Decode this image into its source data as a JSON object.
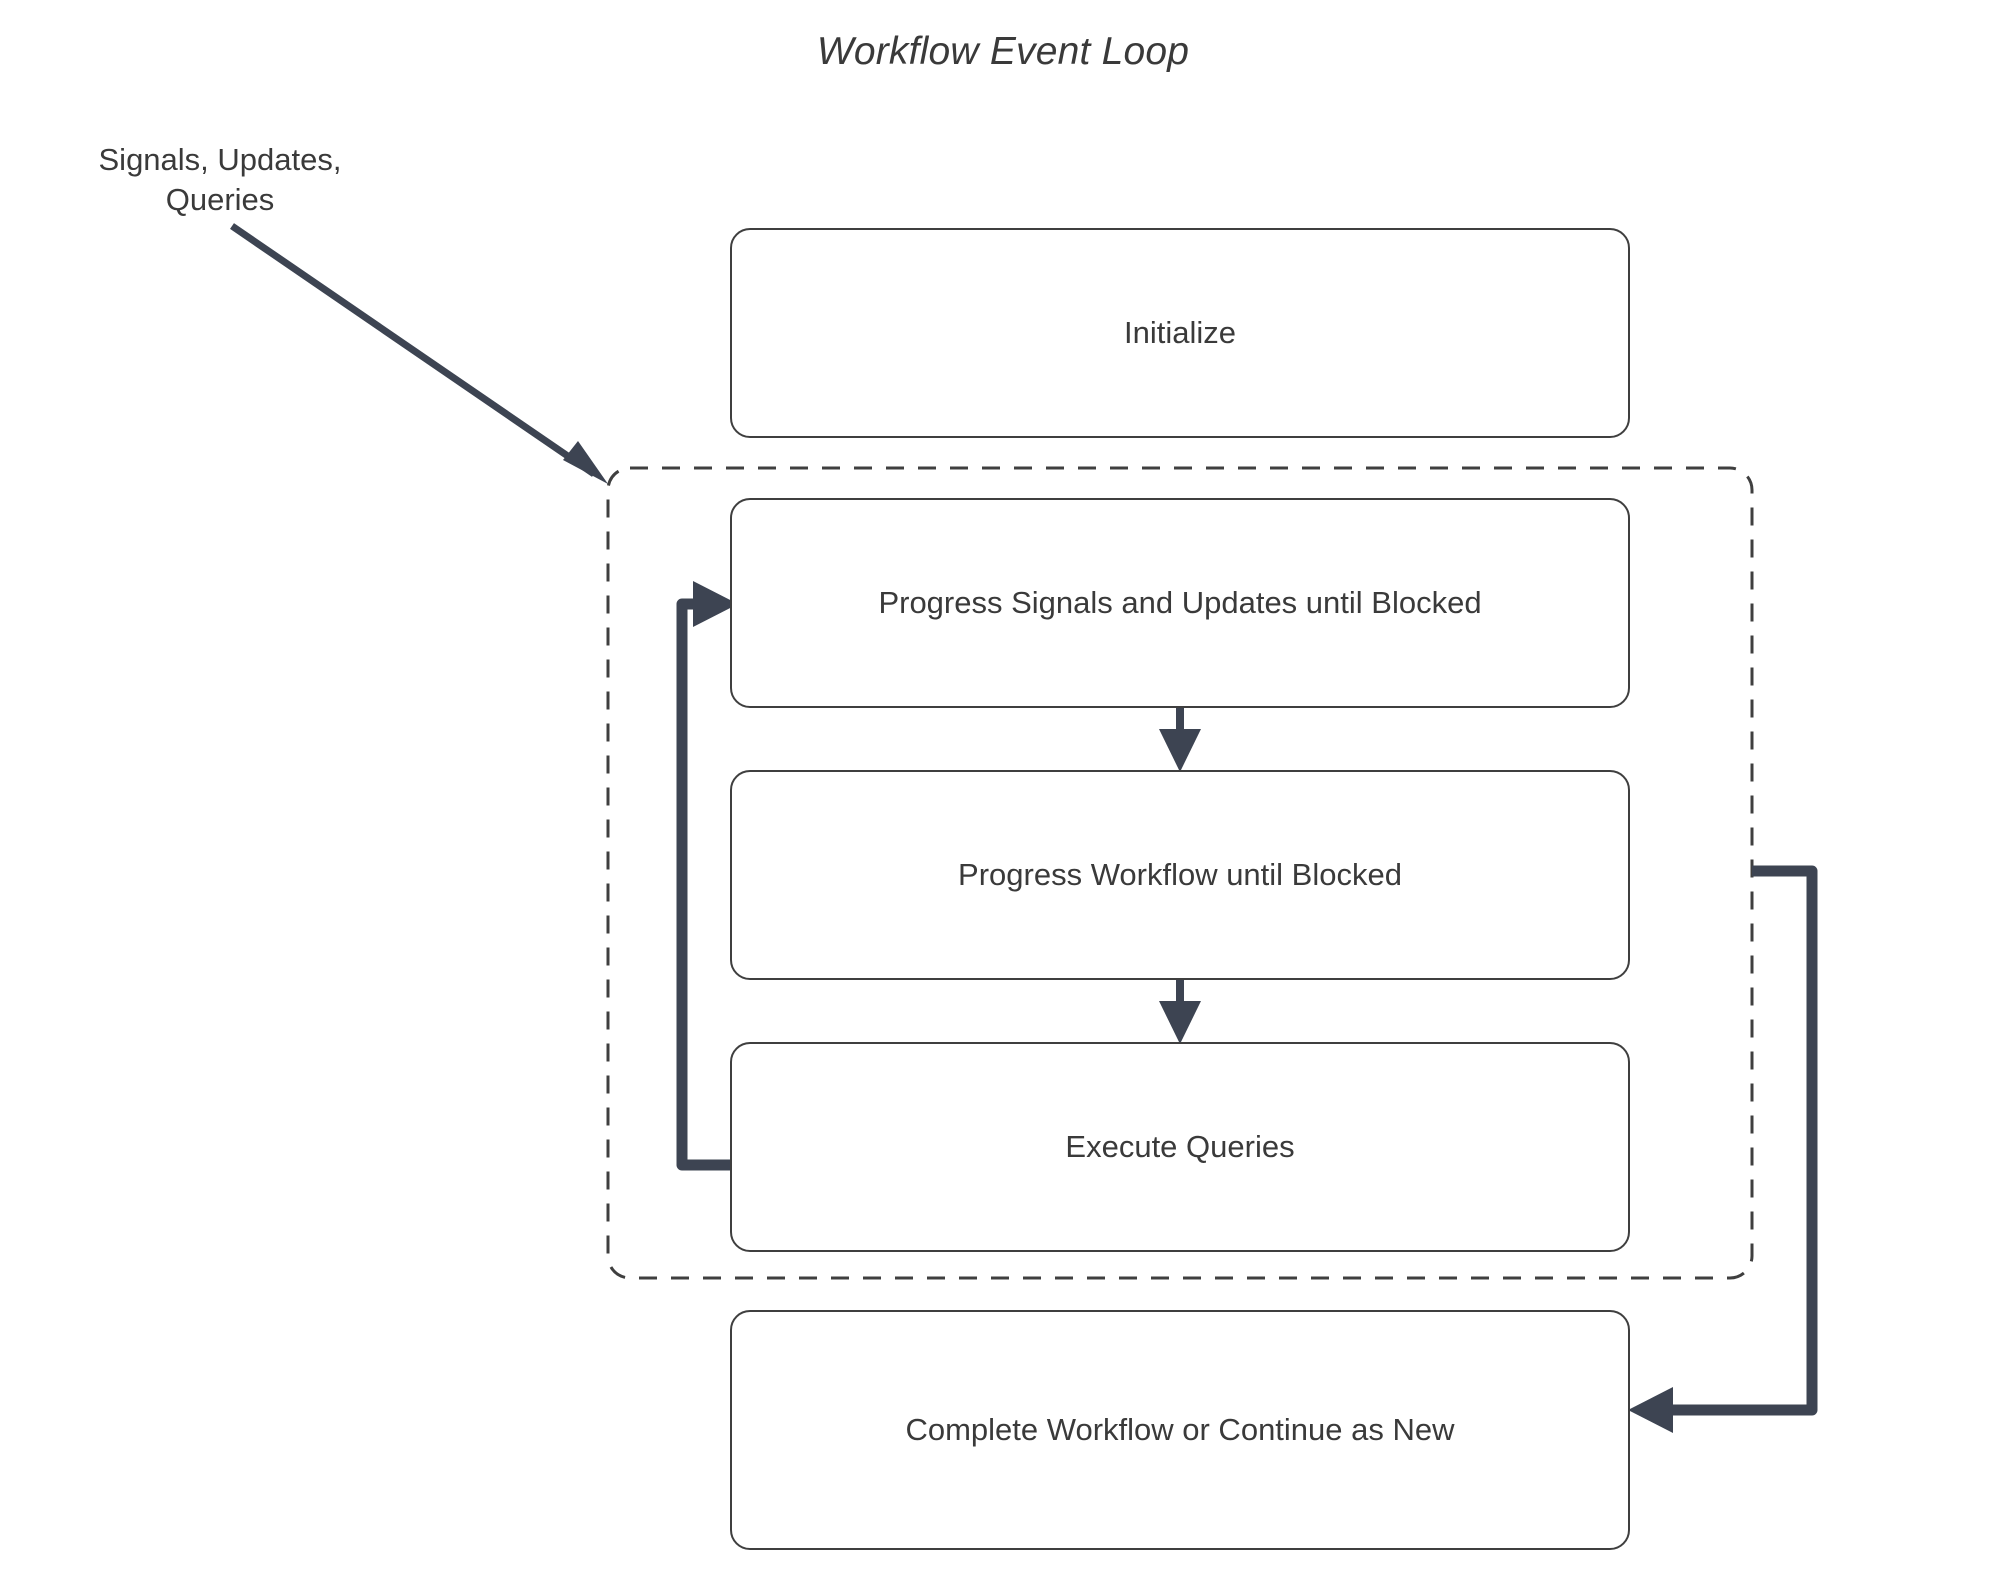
{
  "diagram": {
    "title": "Workflow Event Loop",
    "background_color": "#ffffff",
    "text_color": "#3a3a3a",
    "node_border_color": "#3f3f3f",
    "edge_color": "#3d4452",
    "dashed_border_color": "#3f3f3f",
    "nodes": [
      {
        "id": "initialize",
        "label": "Initialize"
      },
      {
        "id": "progress-signals-updates",
        "label": "Progress Signals and Updates until Blocked"
      },
      {
        "id": "progress-workflow",
        "label": "Progress Workflow until Blocked"
      },
      {
        "id": "execute-queries",
        "label": "Execute Queries"
      },
      {
        "id": "complete-workflow",
        "label": "Complete Workflow or Continue as New"
      }
    ],
    "labels": {
      "inbound_edge": "Signals, Updates,\nQueries"
    },
    "edges": [
      {
        "id": "inbound",
        "from": "Signals, Updates, Queries",
        "to": "event-loop-group",
        "style": "solid-arrow-diagonal"
      },
      {
        "id": "su-to-wf",
        "from": "progress-signals-updates",
        "to": "progress-workflow",
        "style": "solid-arrow-down"
      },
      {
        "id": "wf-to-eq",
        "from": "progress-workflow",
        "to": "execute-queries",
        "style": "solid-arrow-down"
      },
      {
        "id": "loop-back",
        "from": "execute-queries",
        "to": "progress-signals-updates",
        "style": "thick-arrow-left-up-right"
      },
      {
        "id": "exit",
        "from": "event-loop-group",
        "to": "complete-workflow",
        "style": "thick-arrow-right-down-left"
      }
    ],
    "group": {
      "id": "event-loop-group",
      "label": "",
      "border_style": "dashed"
    }
  }
}
